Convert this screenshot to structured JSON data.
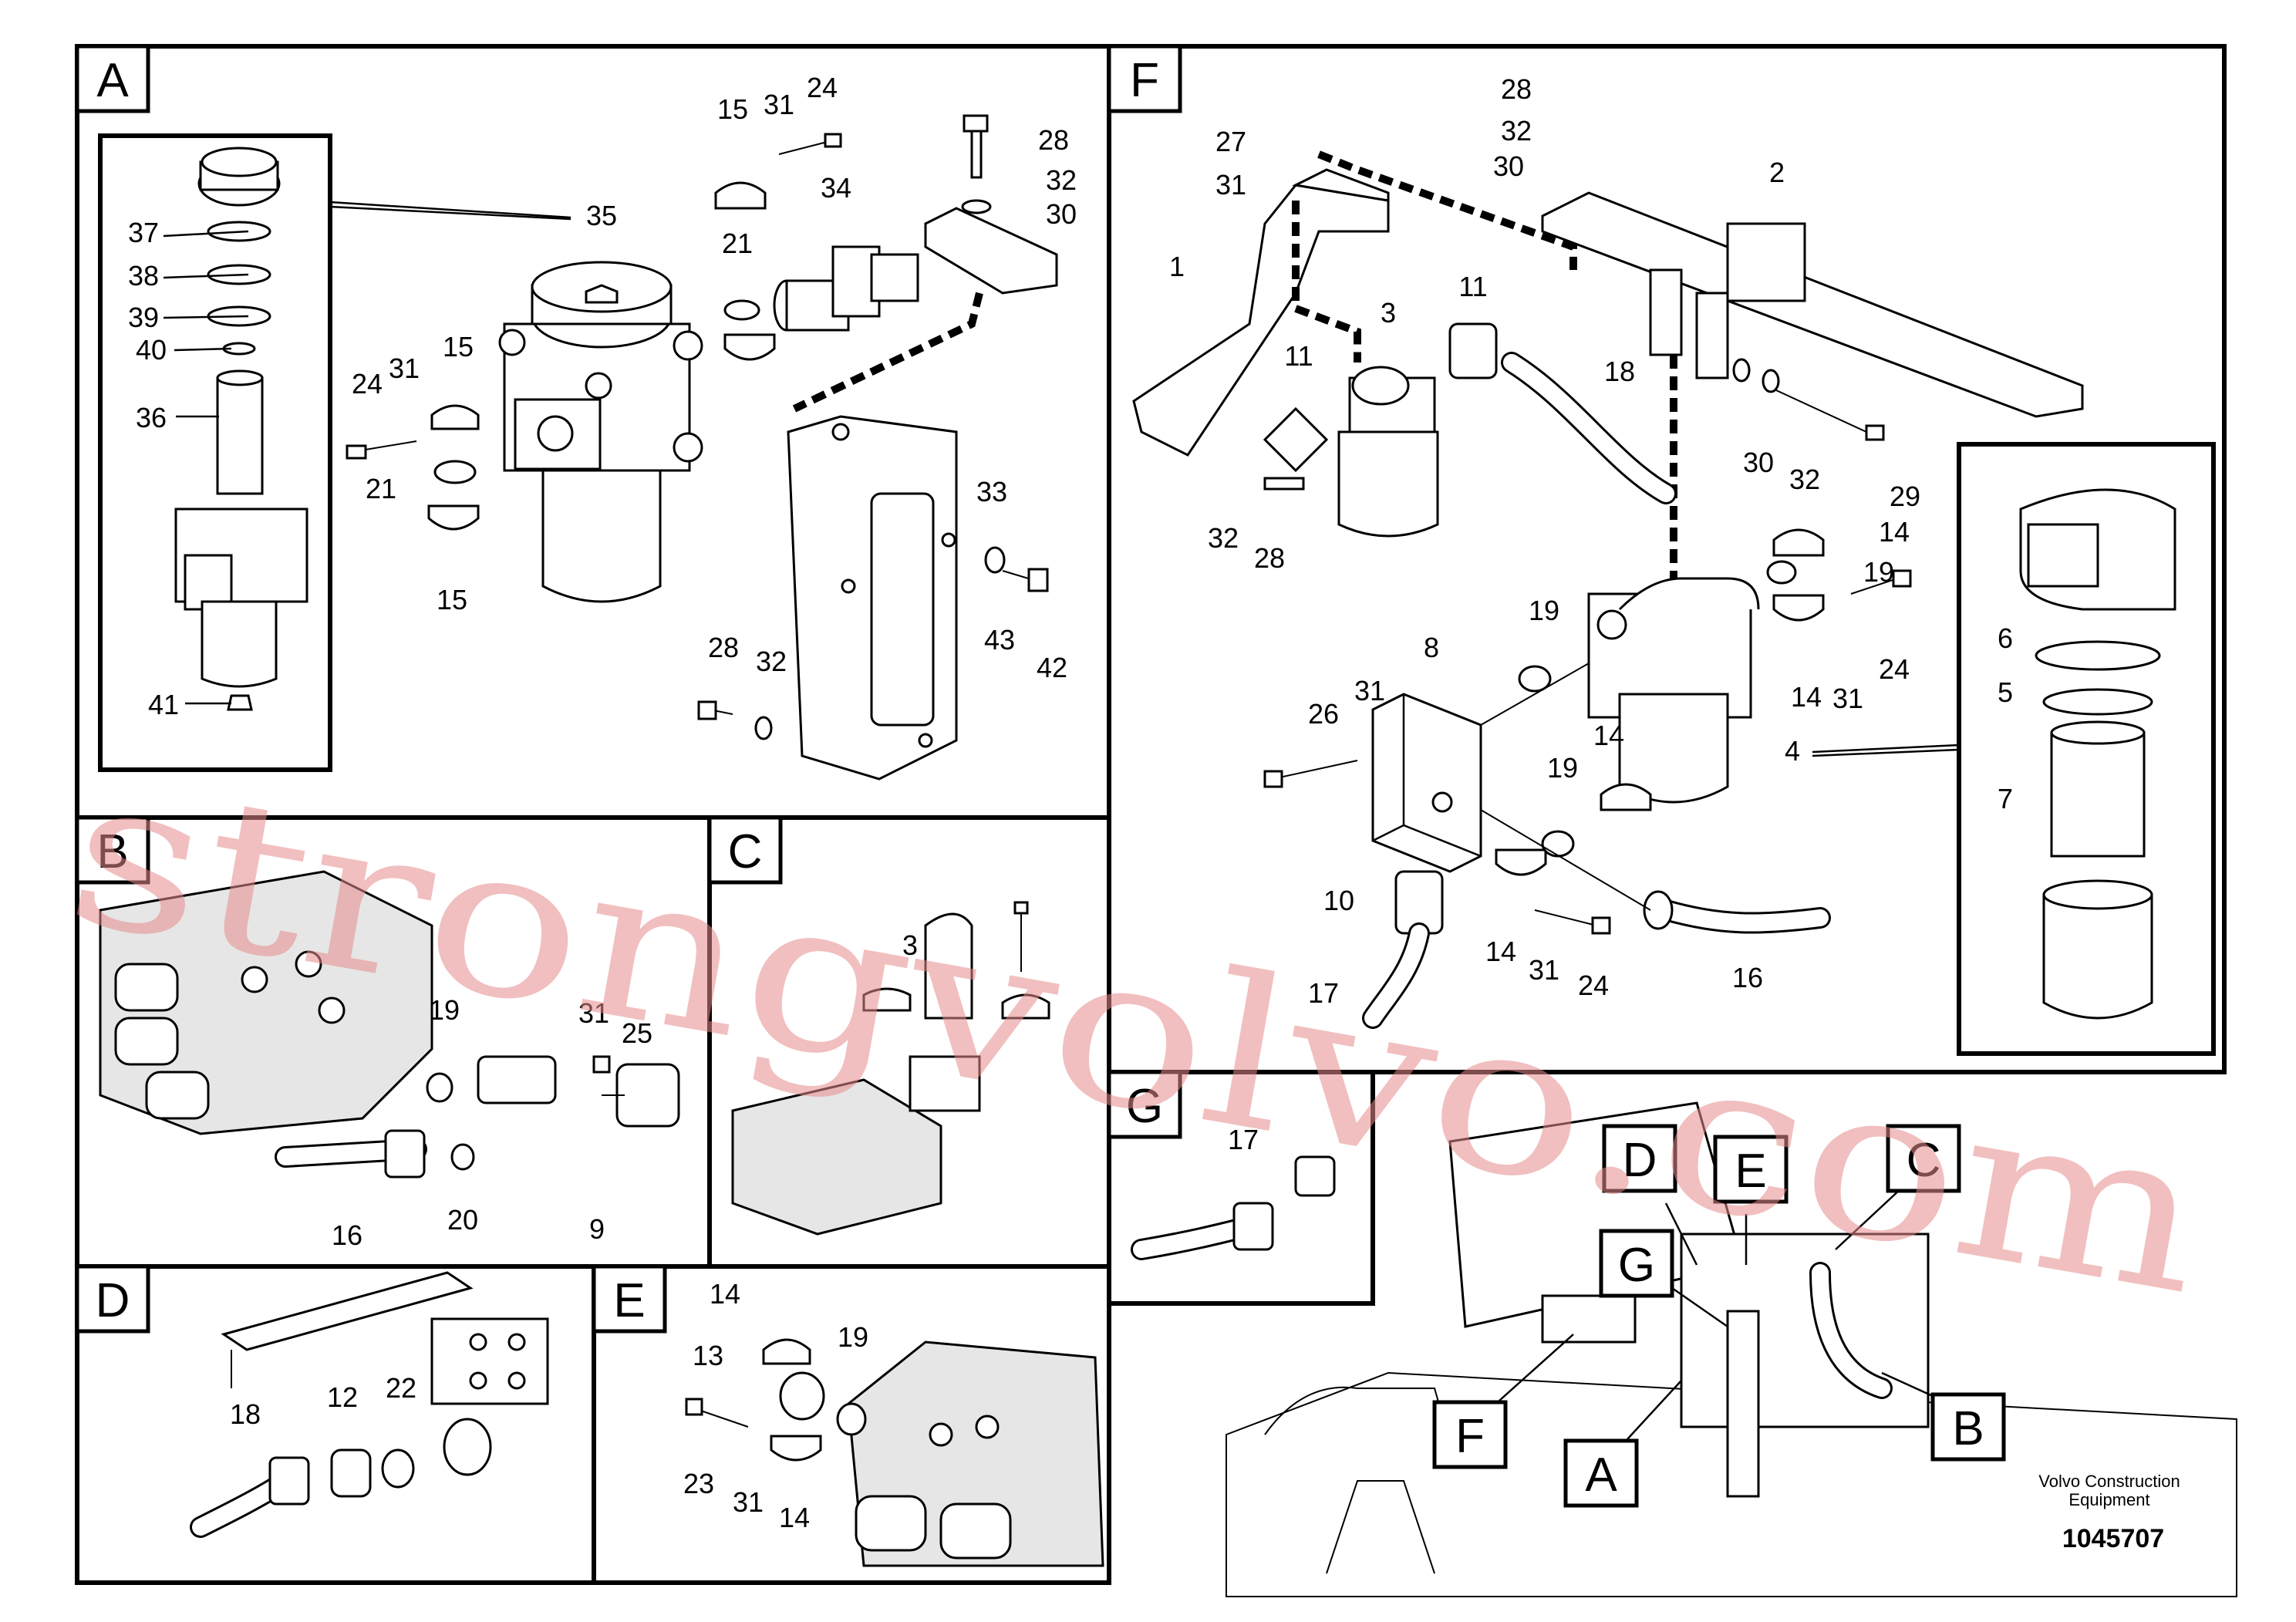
{
  "panels": {
    "A": {
      "tag": "A",
      "inset_labels": [
        "37",
        "38",
        "39",
        "40",
        "36",
        "41"
      ],
      "labels": [
        "35",
        "15",
        "31",
        "24",
        "21",
        "34",
        "28",
        "32",
        "30",
        "24",
        "31",
        "15",
        "21",
        "15",
        "33",
        "43",
        "42",
        "28",
        "32"
      ]
    },
    "B": {
      "tag": "B",
      "labels": [
        "19",
        "31",
        "25",
        "16",
        "20",
        "9"
      ]
    },
    "C": {
      "tag": "C",
      "labels": [
        "3"
      ]
    },
    "D": {
      "tag": "D",
      "labels": [
        "18",
        "12",
        "22"
      ]
    },
    "E": {
      "tag": "E",
      "labels": [
        "14",
        "13",
        "19",
        "23",
        "31",
        "14"
      ]
    },
    "F": {
      "tag": "F",
      "labels": [
        "28",
        "32",
        "30",
        "27",
        "31",
        "2",
        "1",
        "3",
        "11",
        "11",
        "18",
        "30",
        "32",
        "29",
        "32",
        "28",
        "14",
        "19",
        "19",
        "14",
        "31",
        "24",
        "8",
        "26",
        "31",
        "14",
        "19",
        "4",
        "10",
        "14",
        "31",
        "24",
        "16",
        "17"
      ],
      "inset_labels": [
        "6",
        "5",
        "7"
      ]
    },
    "G": {
      "tag": "G",
      "labels": [
        "17"
      ]
    }
  },
  "overview": {
    "tags": [
      "D",
      "E",
      "C",
      "G",
      "F",
      "A",
      "B"
    ]
  },
  "caption": {
    "line1": "Volvo Construction",
    "line2": "Equipment"
  },
  "doc_number": "1045707",
  "watermark": "strongvolvo.com",
  "colors": {
    "watermark": "#e58a8a",
    "line": "#000000",
    "background": "#ffffff"
  }
}
